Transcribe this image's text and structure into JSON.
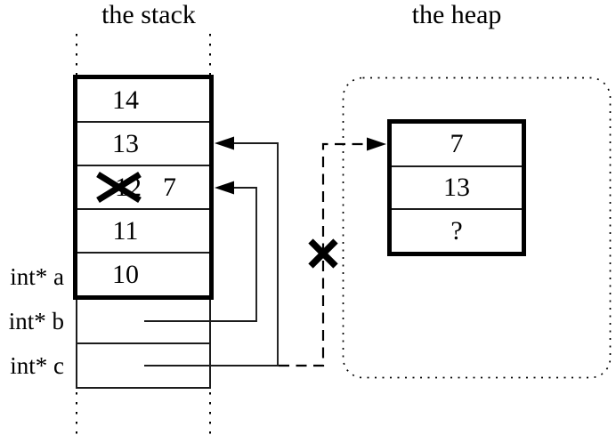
{
  "stack": {
    "title": "the stack",
    "cells": [
      "14",
      "13",
      "12",
      "11",
      "10"
    ],
    "overwritten_value": "7",
    "labels": [
      "int* a",
      "int* b",
      "int* c"
    ]
  },
  "heap": {
    "title": "the heap",
    "cells": [
      "7",
      "13",
      "?"
    ]
  },
  "colors": {
    "ink": "#000000",
    "background": "#ffffff"
  }
}
